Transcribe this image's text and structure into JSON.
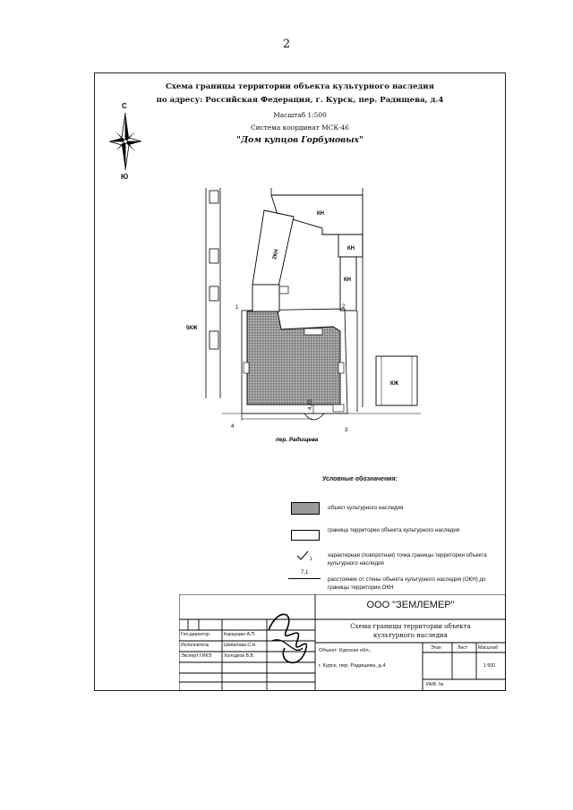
{
  "page": {
    "number": "2"
  },
  "header": {
    "line1": "Схема границы территории объекта культурного наследия",
    "line2": "по адресу: Российская Федерация, г. Курск, пер. Радищева, д.4",
    "scale": "Масштаб 1:500",
    "coord_system": "Система координат МСК-46",
    "object_name": "\"Дом купцов Горбуновых\""
  },
  "compass": {
    "north": "С",
    "south": "Ю"
  },
  "map": {
    "labels": {
      "kn_top": "КН",
      "kn_right": "КН",
      "kn_small": "КН",
      "zkn": "2КН",
      "nine_kzh": "5КЖ",
      "kzh": "КЖ",
      "street": "пер. Радищева",
      "dimension": "4,25"
    },
    "points": [
      "1",
      "2",
      "3",
      "4"
    ]
  },
  "legend": {
    "title": "Условные обозначения:",
    "items": [
      "объект культурного наследия",
      "граница территории объекта культурного наследия",
      "характерная (поворотная) точка границы территории объекта культурного наследия",
      "расстояние от стены объекта культурного наследия (ОКН) до границы территории ОКН"
    ],
    "point_symbol": "1",
    "distance_symbol": "7,1"
  },
  "stamp": {
    "company": "ООО \"ЗЕМЛЕМЕР\"",
    "doc_title_1": "Схема границы территории объекта",
    "doc_title_2": "культурного наследия",
    "object_line1": "Объект: Курская обл.,",
    "object_line2": "г. Курск, пер. Радищева, д.4",
    "roles": [
      "Ген.директор",
      "Исполнитель",
      "Эксперт ГИКЭ"
    ],
    "names": [
      "Караушин А.П.",
      "Шипилова С.Н.",
      "Холодков В.В."
    ],
    "col_stage": "Этап",
    "col_sheet": "Лист",
    "col_scale": "Масштаб",
    "scale_value": "1:500",
    "inv": "ИНВ. №"
  }
}
